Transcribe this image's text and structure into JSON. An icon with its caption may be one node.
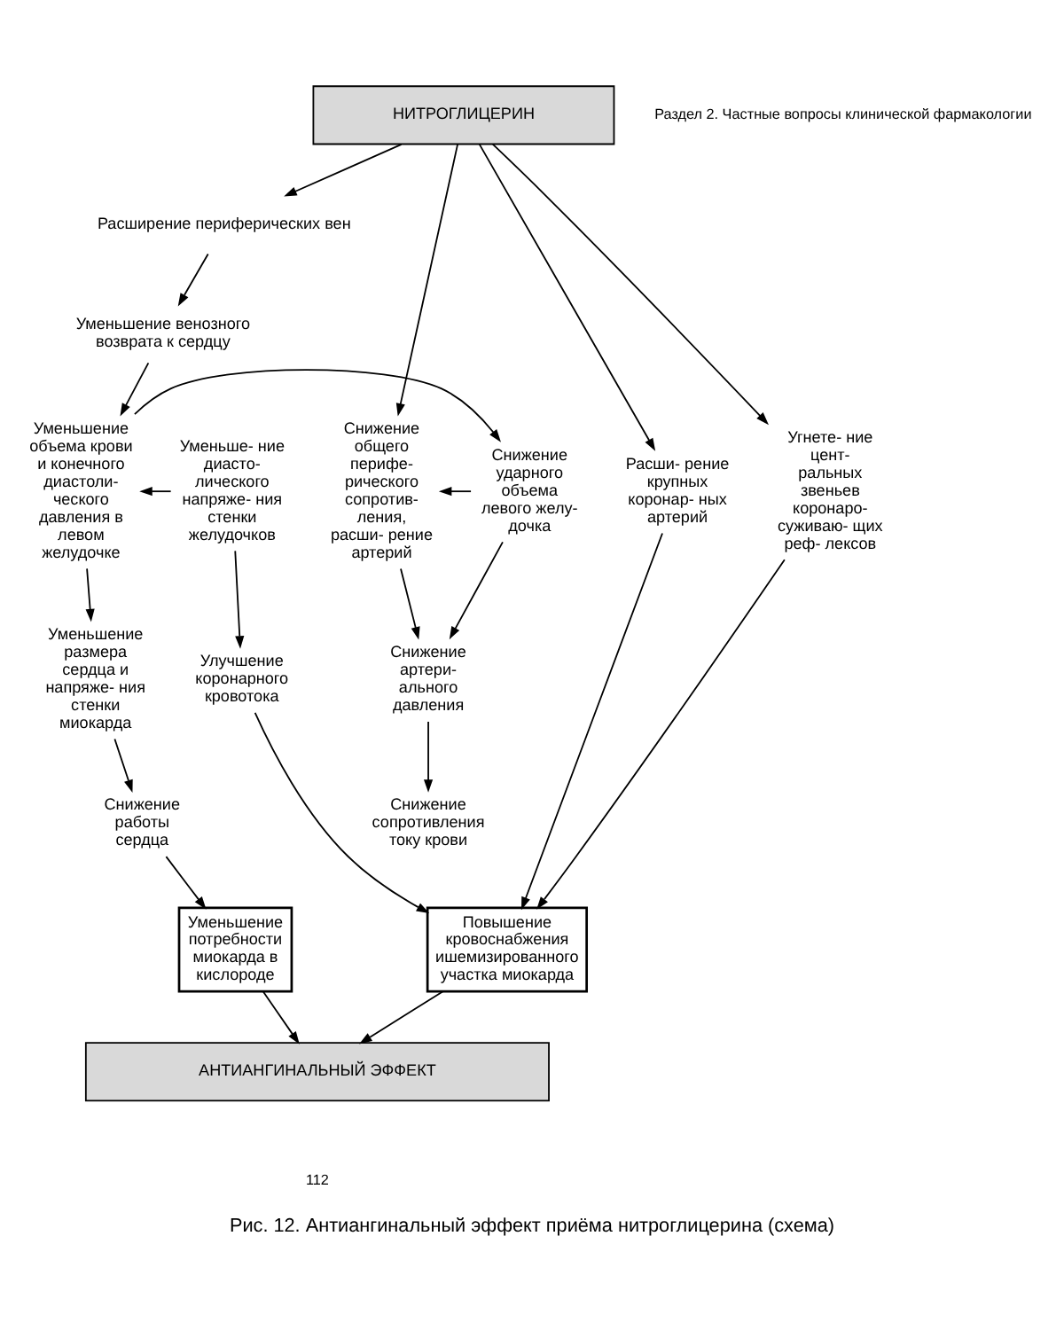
{
  "diagram": {
    "caption": "Рис. 12. Антиангинальный эффект приёма нитроглицерина (схема)",
    "nodes": [
      {
        "text": [
          "НИТРОГЛИЦЕРИН"
        ]
      },
      {
        "text": [
          "Расширение периферических вен"
        ]
      },
      {
        "text": [
          "Уменьшение венозного возврата к сердцу"
        ]
      },
      {
        "text": [
          "Снижение общего перифе- рического сопротив- ления, расши- рение артерий"
        ]
      },
      {
        "text": [
          "Снижение ударного объема левого желу- дочка"
        ]
      },
      {
        "text": [
          "Уменьшение объема крови и конечного диастоли- ческого давления в левом желудочке"
        ]
      },
      {
        "text": [
          "Уменьше- ние диасто- лического напряже- ния стенки желудочков"
        ]
      },
      {
        "text": [
          "Расши- рение крупных коронар- ных артерий"
        ]
      },
      {
        "text": [
          "Угнете- ние цент- ральных звеньев коронаро- суживаю- щих реф- лексов"
        ]
      },
      {
        "text": [
          "Снижение артери- ального давления"
        ]
      },
      {
        "text": [
          "Снижение сопротивления току крови"
        ]
      },
      {
        "text": [
          "Уменьшение размера сердца и напряже- ния стенки миокарда"
        ]
      },
      {
        "text": [
          "Снижение работы сердца"
        ]
      },
      {
        "text": [
          "Улучшение коронарного кровотока"
        ]
      },
      {
        "text": [
          "Уменьшение потребности миокарда в кислороде"
        ]
      },
      {
        "text": [
          "Повышение кровоснабжения ишемизированного участка миокарда"
        ]
      },
      {
        "text": [
          "АНТИАНГИНАЛЬНЫЙ ЭФФЕКТ"
        ]
      }
    ],
    "edges": [
      {
        "from": 0,
        "to": 3,
        "arrow": "to"
      },
      {
        "from": 0,
        "to": 1,
        "arrow": "to"
      },
      {
        "from": 0,
        "to": 7,
        "arrow": "to"
      },
      {
        "from": 0,
        "to": 8,
        "arrow": "to"
      },
      {
        "from": 1,
        "to": 2,
        "arrow": "to"
      },
      {
        "from": 2,
        "to": 5,
        "arrow": "to"
      },
      {
        "from": 6,
        "to": 5,
        "arrow": "to"
      },
      {
        "from": 5,
        "to": 4,
        "arrow": "to"
      },
      {
        "from": 4,
        "to": 3,
        "arrow": "to"
      },
      {
        "from": 3,
        "to": 9,
        "arrow": "to"
      },
      {
        "from": 4,
        "to": 9,
        "arrow": "to"
      },
      {
        "from": 9,
        "to": 10,
        "arrow": "to"
      },
      {
        "from": 5,
        "to": 11,
        "arrow": "to"
      },
      {
        "from": 11,
        "to": 12,
        "arrow": "to"
      },
      {
        "from": 12,
        "to": 14,
        "arrow": "to"
      },
      {
        "from": 6,
        "to": 13,
        "arrow": "to"
      },
      {
        "from": 13,
        "to": 15,
        "arrow": "to"
      },
      {
        "from": 7,
        "to": 15,
        "arrow": "to"
      },
      {
        "from": 8,
        "to": 15,
        "arrow": "to"
      },
      {
        "from": 14,
        "to": 16,
        "arrow": "to"
      },
      {
        "from": 15,
        "to": 16,
        "arrow": "to"
      }
    ],
    "labels": [
      "Раздел 2. Частные вопросы клинической фармакологии",
      "112"
    ]
  }
}
